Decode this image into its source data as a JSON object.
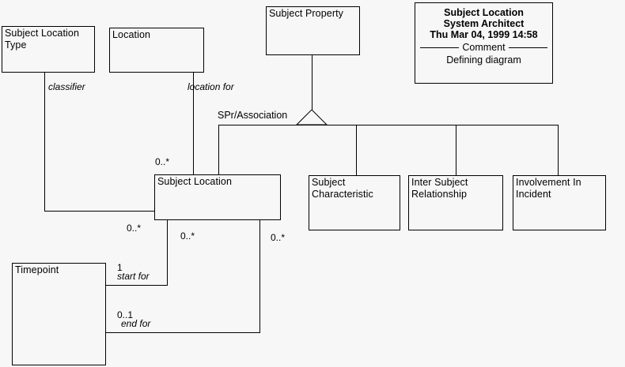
{
  "diagram": {
    "title": "Subject Location",
    "tool": "System Architect",
    "timestamp": "Thu Mar 04, 1999  14:58",
    "comment_heading": "Comment",
    "comment_text": "Defining diagram"
  },
  "classes": {
    "subject_location_type": "Subject Location\nType",
    "location": "Location",
    "subject_property": "Subject Property",
    "subject_location": "Subject Location",
    "subject_characteristic": "Subject\nCharacteristic",
    "inter_subject_relationship": "Inter Subject\nRelationship",
    "involvement_in_incident": "Involvement In\nIncident",
    "timepoint": "Timepoint"
  },
  "associations": {
    "classifier_role": "classifier",
    "classifier_mult": "0..*",
    "location_for_role": "location for",
    "location_for_mult": "0..*",
    "generalization_label": "SPr/Association",
    "start_for_role": "start for",
    "start_for_mult_near": "1",
    "start_for_mult_far": "0..*",
    "end_for_role": "end for",
    "end_for_mult_near": "0..1",
    "end_for_mult_far": "0..*"
  },
  "colors": {
    "background": "#f7f7f7",
    "stroke": "#000000",
    "box_fill": "#f7f7f7",
    "text": "#000000"
  }
}
